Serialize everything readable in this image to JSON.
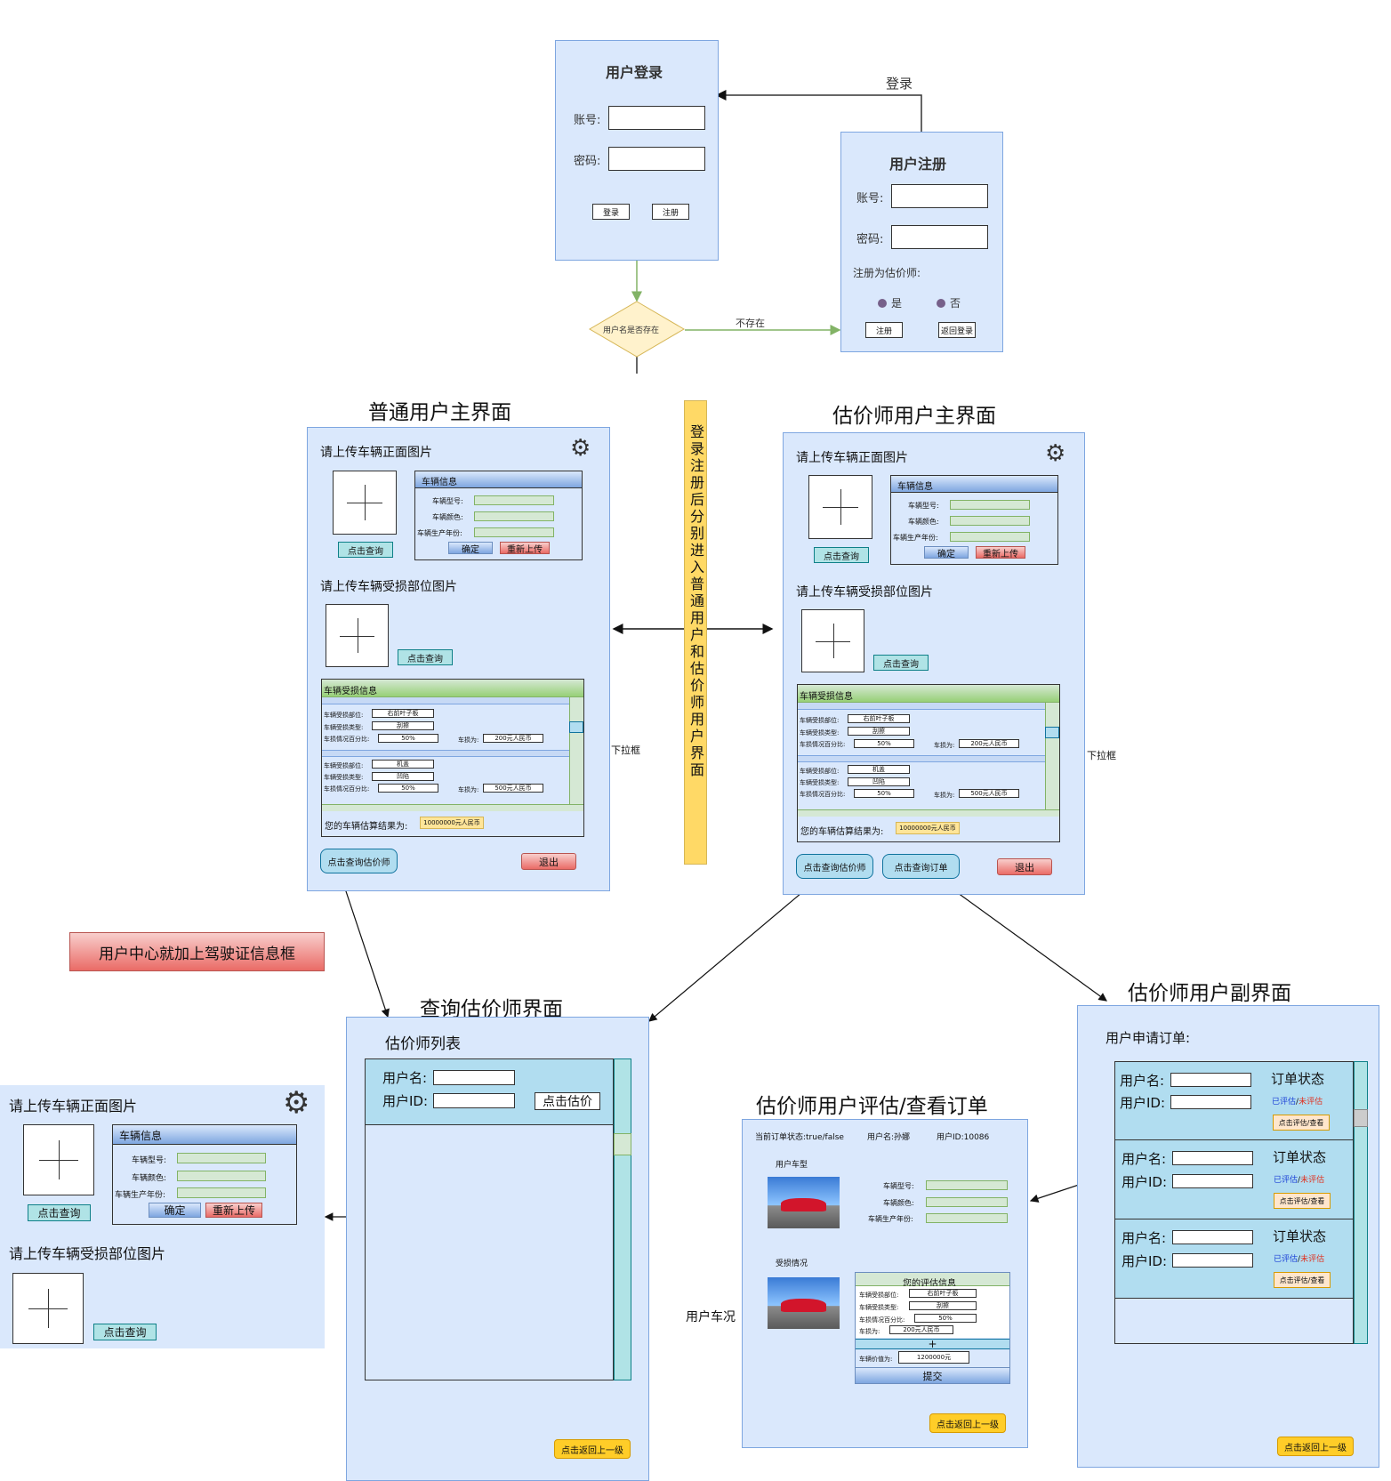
{
  "login": {
    "title": "用户登录",
    "account_label": "账号:",
    "password_label": "密码:",
    "login_btn": "登录",
    "register_btn": "注册"
  },
  "register": {
    "title": "用户注册",
    "account_label": "账号:",
    "password_label": "密码:",
    "as_appraiser_label": "注册为估价师:",
    "yes": "是",
    "no": "否",
    "register_btn": "注册",
    "back_btn": "返回登录"
  },
  "flow": {
    "login_edge": "登录",
    "decision": "用户名是否存在",
    "not_exist_edge": "不存在",
    "center_note": "登录注册后分别进入普通用户和估价师用户界面",
    "red_note": "用户中心就加上驾驶证信息框",
    "dropdown_label": "下拉框",
    "user_condition_label": "用户车况"
  },
  "normal_main": {
    "title": "普通用户主界面",
    "upload_front": "请上传车辆正面图片",
    "query_btn": "点击查询",
    "vehicle_info": "车辆信息",
    "model_label": "车辆型号:",
    "color_label": "车辆颜色:",
    "year_label": "车辆生产年份:",
    "confirm_btn": "确定",
    "reupload_btn": "重新上传",
    "upload_damage": "请上传车辆受损部位图片",
    "damage_info": "车辆受损信息",
    "damage_part_label": "车辆受损部位:",
    "damage_type_label": "车辆受损类型:",
    "damage_pct_label": "车损情况百分比:",
    "loss_label": "车损为:",
    "items": [
      {
        "part": "右前叶子板",
        "type": "刮擦",
        "pct": "50%",
        "loss": "200元人民币"
      },
      {
        "part": "机盖",
        "type": "凹陷",
        "pct": "50%",
        "loss": "500元人民币"
      }
    ],
    "estimate_label": "您的车辆估算结果为:",
    "estimate_value": "10000000元人民币",
    "query_appraiser_btn": "点击查询估价师",
    "exit_btn": "退出"
  },
  "appraiser_main": {
    "title": "估价师用户主界面",
    "query_order_btn": "点击查询订单"
  },
  "query_appraiser": {
    "title": "查询估价师界面",
    "list_title": "估价师列表",
    "username_label": "用户名:",
    "userid_label": "用户ID:",
    "evaluate_btn": "点击估价",
    "back_btn": "点击返回上一级"
  },
  "evaluate_order": {
    "title": "估价师用户评估/查看订单",
    "status_text": "当前订单状态:true/false",
    "user_name_text": "用户名:孙娜",
    "user_id_text": "用户ID:10086",
    "car_model_section": "用户车型",
    "damage_section": "受损情况",
    "model_label": "车辆型号:",
    "color_label": "车辆颜色:",
    "year_label": "车辆生产年份:",
    "your_eval": "您的评估信息",
    "damage_part_label": "车辆受损部位:",
    "damage_type_label": "车辆受损类型:",
    "damage_pct_label": "车损情况百分比:",
    "loss_label": "车损为:",
    "part": "右前叶子板",
    "type": "刮擦",
    "pct": "50%",
    "loss": "200元人民币",
    "plus": "+",
    "value_label": "车辆价值为:",
    "value": "1200000元",
    "submit_btn": "提交",
    "back_btn": "点击返回上一级"
  },
  "appraiser_sub": {
    "title": "估价师用户副界面",
    "orders_title": "用户申请订单:",
    "username_label": "用户名:",
    "userid_label": "用户ID:",
    "order_status": "订单状态",
    "evaluated": "已评估",
    "slash": "/",
    "not_evaluated": "未评估",
    "view_btn": "点击评估/查看",
    "back_btn": "点击返回上一级"
  },
  "colors": {
    "panel_fill": "#dae8fc",
    "panel_border": "#7ea6e0",
    "teal": "#b1ddf0",
    "green": "#d5e8d4",
    "red_note": "#f8cecc",
    "yellow": "#fff2cc",
    "orange": "#ffcd28"
  }
}
